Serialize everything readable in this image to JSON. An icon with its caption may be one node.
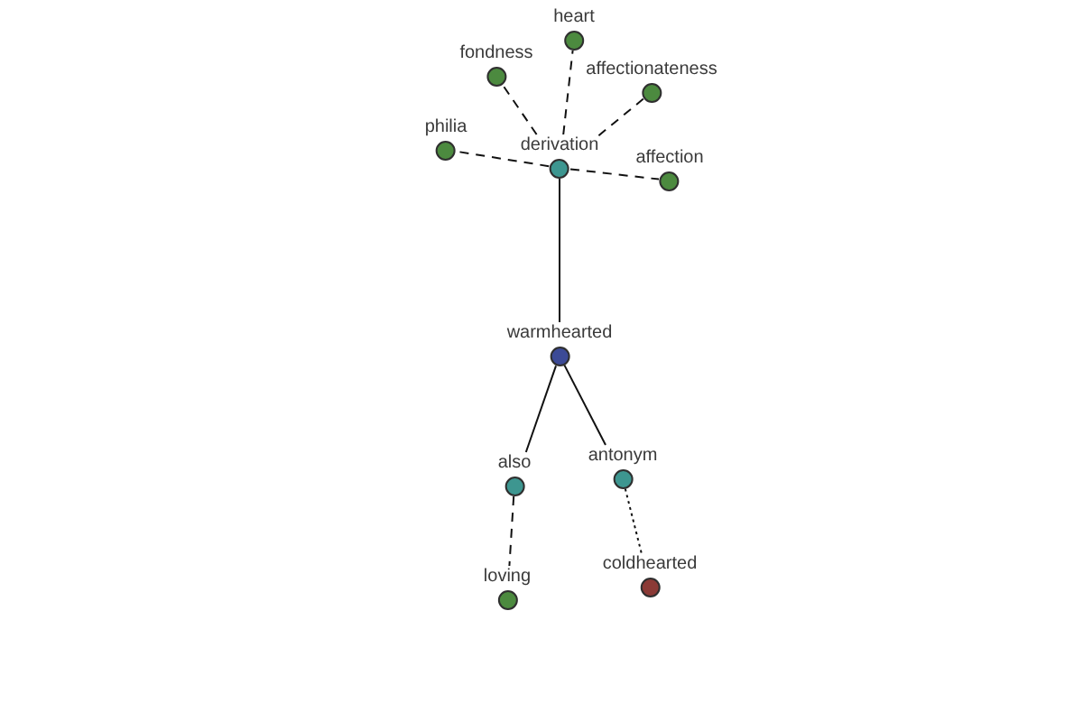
{
  "diagram": {
    "nodes": [
      {
        "text": [
          "heart"
        ]
      },
      {
        "text": [
          "fondness"
        ]
      },
      {
        "text": [
          "affectionateness"
        ]
      },
      {
        "text": [
          "philia"
        ]
      },
      {
        "text": [
          "derivation"
        ]
      },
      {
        "text": [
          "affection"
        ]
      },
      {
        "text": [
          "warmhearted"
        ]
      },
      {
        "text": [
          "also"
        ]
      },
      {
        "text": [
          "antonym"
        ]
      },
      {
        "text": [
          "loving"
        ]
      },
      {
        "text": [
          "coldhearted"
        ]
      }
    ],
    "edges": [
      {
        "from": 6,
        "to": 4,
        "arrow": "none"
      },
      {
        "from": 4,
        "to": 0,
        "arrow": "none",
        "style": "dashed"
      },
      {
        "from": 4,
        "to": 1,
        "arrow": "none",
        "style": "dashed"
      },
      {
        "from": 4,
        "to": 2,
        "arrow": "none",
        "style": "dashed"
      },
      {
        "from": 4,
        "to": 3,
        "arrow": "none",
        "style": "dashed"
      },
      {
        "from": 4,
        "to": 5,
        "arrow": "none",
        "style": "dashed"
      },
      {
        "from": 6,
        "to": 7,
        "arrow": "none"
      },
      {
        "from": 6,
        "to": 8,
        "arrow": "none"
      },
      {
        "from": 7,
        "to": 9,
        "arrow": "none",
        "style": "dashed"
      },
      {
        "from": 8,
        "to": 10,
        "arrow": "none",
        "style": "dashed"
      }
    ]
  }
}
